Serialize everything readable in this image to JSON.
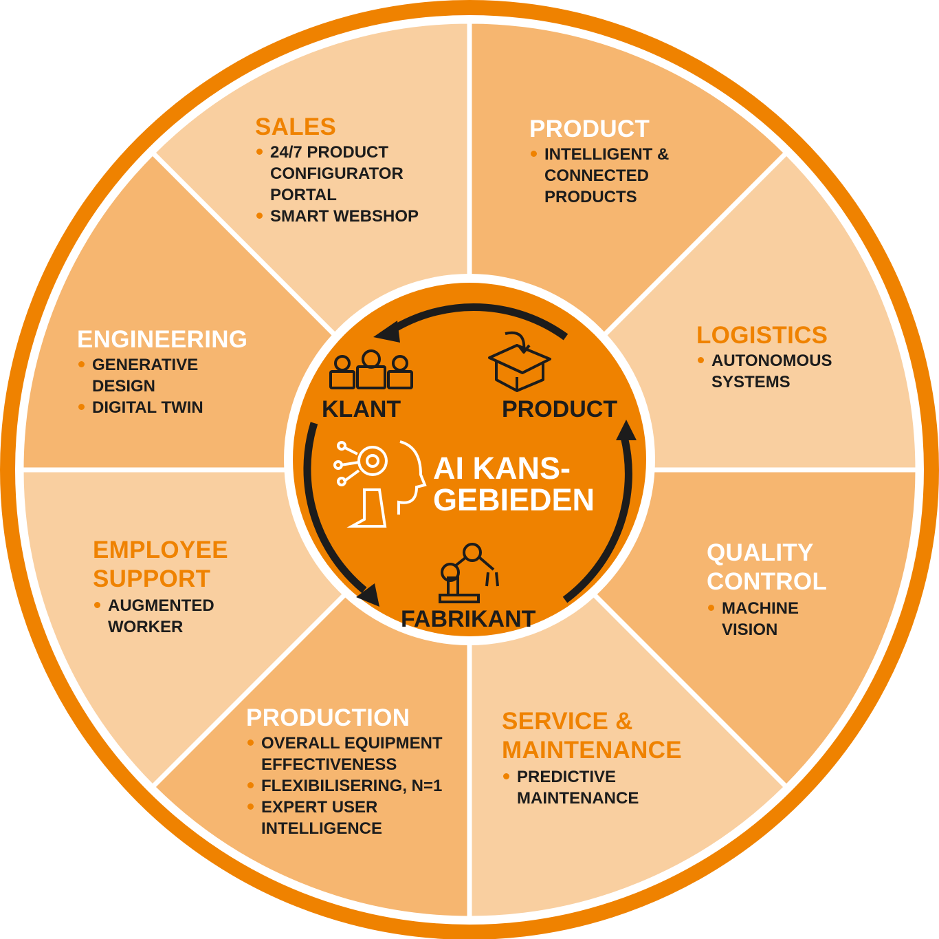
{
  "colors": {
    "accent": "#ef8200",
    "light": "#f9cfa0",
    "medium": "#f6b670",
    "text": "#1c1c1c"
  },
  "center": {
    "title_line1": "AI KANS-",
    "title_line2": "GEBIEDEN",
    "klant": "KLANT",
    "product": "PRODUCT",
    "fabrikant": "FABRIKANT"
  },
  "sectors": {
    "sales": {
      "title": "SALES",
      "items": [
        "24/7 PRODUCT CONFIGURATOR PORTAL",
        "SMART WEBSHOP"
      ]
    },
    "product": {
      "title": "PRODUCT",
      "items": [
        "INTELLIGENT & CONNECTED PRODUCTS"
      ]
    },
    "logistics": {
      "title": "LOGISTICS",
      "items": [
        "AUTONOMOUS SYSTEMS"
      ]
    },
    "quality": {
      "title": "QUALITY CONTROL",
      "items": [
        "MACHINE VISION"
      ]
    },
    "service": {
      "title": "SERVICE & MAINTENANCE",
      "items": [
        "PREDICTIVE MAINTENANCE"
      ]
    },
    "production": {
      "title": "PRODUCTION",
      "items": [
        "OVERALL EQUIPMENT EFFECTIVENESS",
        "FLEXIBILISERING, N=1",
        "EXPERT USER INTELLIGENCE"
      ]
    },
    "employee": {
      "title": "EMPLOYEE SUPPORT",
      "items": [
        "AUGMENTED WORKER"
      ]
    },
    "engineering": {
      "title": "ENGINEERING",
      "items": [
        "GENERATIVE DESIGN",
        "DIGITAL TWIN"
      ]
    }
  }
}
